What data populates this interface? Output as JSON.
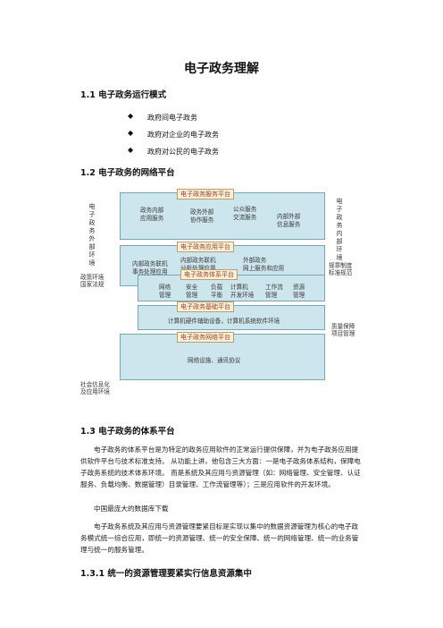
{
  "page_title": "电子政务理解",
  "section1": {
    "heading": "1.1  电子政务运行模式",
    "bullet_marker": "◆",
    "bullets": [
      "政府间电子政务",
      "政府对企业的电子政务",
      "政府对公民的电子政务"
    ]
  },
  "section2": {
    "heading": "1.2  电子政务的网络平台",
    "diagram": {
      "left_label": [
        "电",
        "子",
        "政",
        "务",
        "外",
        "部",
        "环",
        "境"
      ],
      "right_label": [
        "电",
        "子",
        "政",
        "务",
        "内",
        "部",
        "环",
        "境"
      ],
      "left_notes": [
        "政策环境",
        "国家法规",
        "社会信息化",
        "及应用环境"
      ],
      "right_notes": [
        "规章制度",
        "标准规范",
        "质量保障",
        "项目管理"
      ],
      "service_platform": {
        "title": "电子政务服务平台",
        "cells": [
          "政务内部",
          "应用服务",
          "政务外部",
          "协作服务",
          "公众服务",
          "交流服务",
          "内部外部",
          "信息服务"
        ]
      },
      "application_platform": {
        "title": "电子政务应用平台",
        "cells": [
          "内部政务联机",
          "事务处理应用",
          "内部政务联机",
          "分析处理应用",
          "外部政务",
          "网上服务和应用"
        ]
      },
      "system_platform": {
        "title": "电子政务体系平台",
        "cells": [
          "网络",
          "管理",
          "安全",
          "管理",
          "负载",
          "平衡",
          "计算机",
          "开发环境",
          "工作流",
          "管理",
          "资源",
          "管理"
        ]
      },
      "base_platform": {
        "title": "电子政务基础平台",
        "line": "计算机硬件辅助设备，计算机系统软件环境"
      },
      "network_platform": {
        "title": "电子政务网络平台",
        "line": "网络设施、通讯协议"
      }
    }
  },
  "section3": {
    "heading": "1.3  电子政务的体系平台",
    "para1": "电子政务的体系平台是为特定的政务应用软件的正常运行提供保障，并为电子政务应用提供软件平台与技术标准支持。 从功能上讲，他包含三大方面：一是电子政务体系结构，保障电子政务系统的技术体系环境。 而是系统及其应用与资源管理（如：网络管理、安全管理、认证服务、负载均衡、数据管理）目录管理、工作流管理等）；三是应用软件的开发环境。",
    "link_text": "中国最庞大的数据库下载",
    "para2": "电子政务系统及其应用与资源管理要紧目标是实现以集中的数据资源管理为核心的电子政务模式统一综合应用，即统一的资源管理、统一的安全保障、统一的网络管理、统一的业务管理与统一的服务管理。"
  },
  "section31": {
    "heading": "1.3.1  统一的资源管理要紧实行信息资源集中"
  }
}
